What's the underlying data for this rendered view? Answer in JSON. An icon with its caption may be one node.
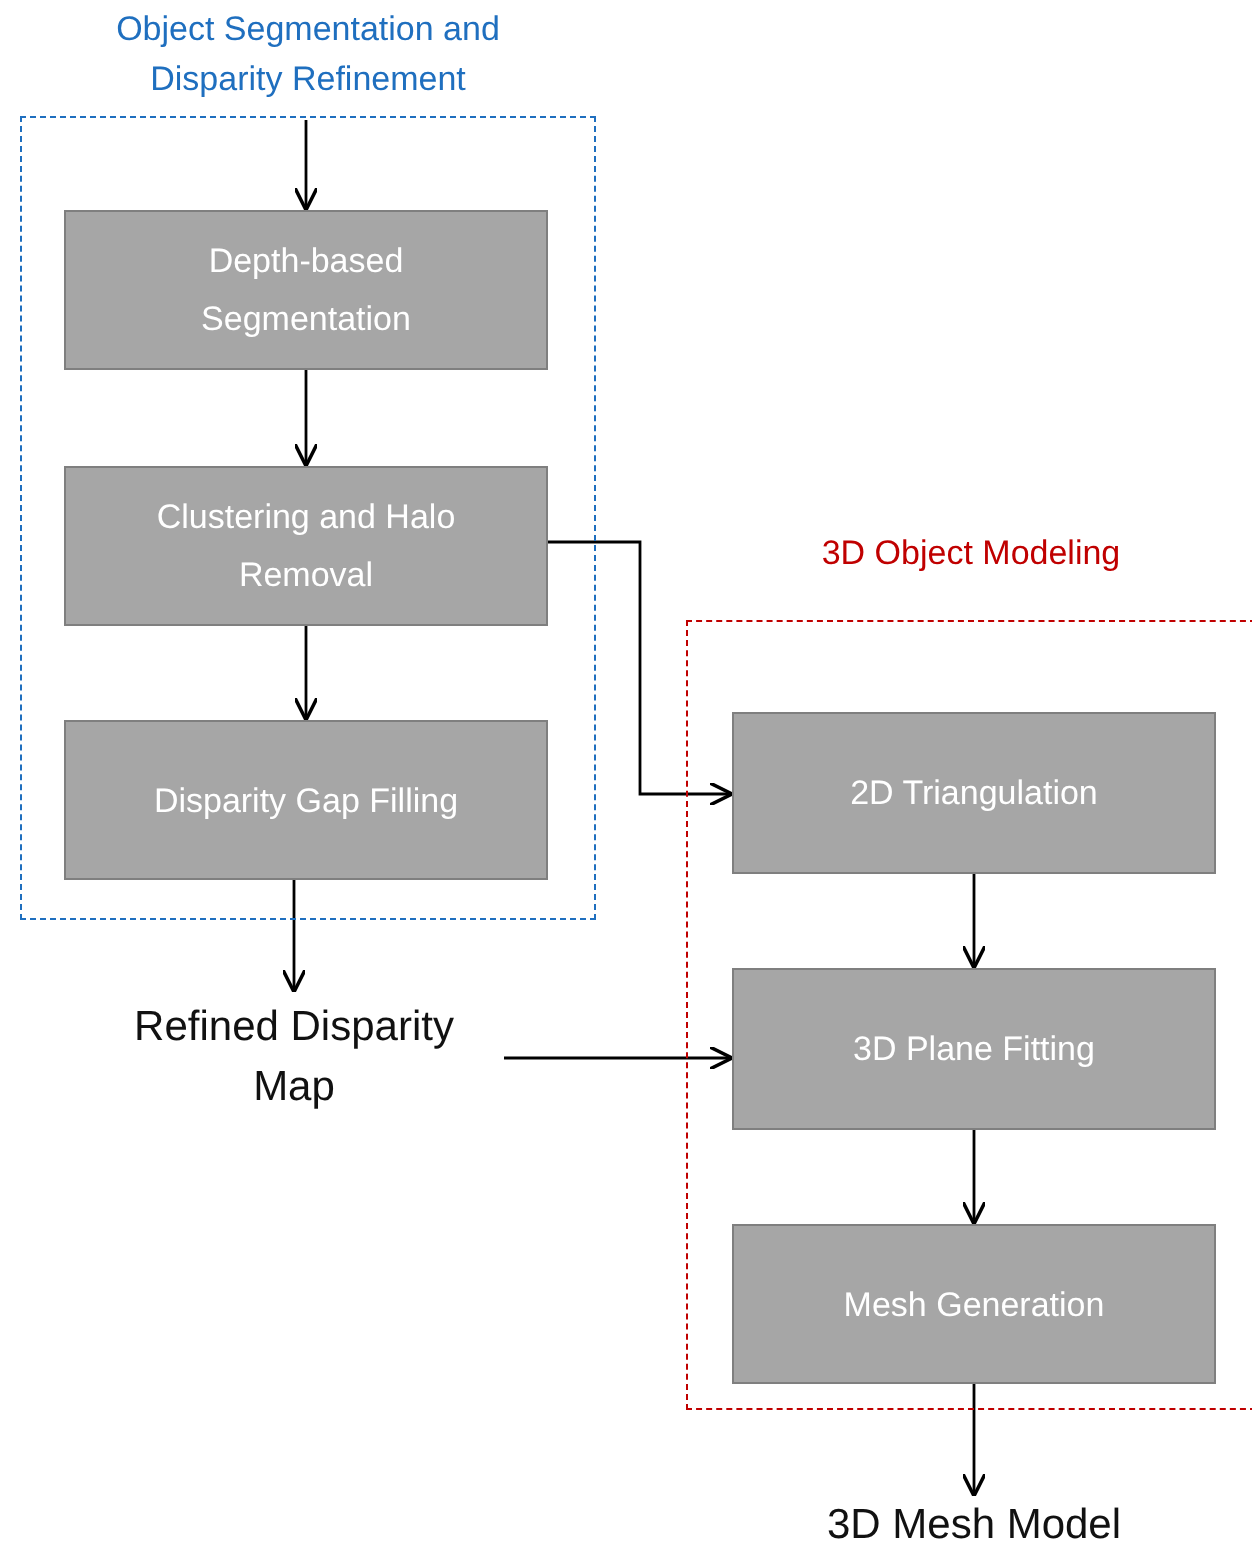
{
  "diagram": {
    "nodes": [
      {
        "text": [
          "Object Segmentation and Disparity Refinement"
        ]
      },
      {
        "text": [
          "Depth-based Segmentation"
        ],
        "in": 0
      },
      {
        "text": [
          "Clustering and Halo Removal"
        ],
        "in": 0
      },
      {
        "text": [
          "Disparity Gap Filling"
        ],
        "in": 0
      },
      {
        "text": [
          "Refined Disparity Map"
        ]
      },
      {
        "text": [
          "3D Object Modeling"
        ]
      },
      {
        "text": [
          "2D Triangulation"
        ],
        "in": 5
      },
      {
        "text": [
          "3D Plane Fitting"
        ],
        "in": 5
      },
      {
        "text": [
          "Mesh Generation"
        ],
        "in": 5
      },
      {
        "text": [
          "3D Mesh Model"
        ]
      }
    ],
    "edges": [
      {
        "from": null,
        "to": 1,
        "arrow": "to"
      },
      {
        "from": 1,
        "to": 2,
        "arrow": "to"
      },
      {
        "from": 2,
        "to": 3,
        "arrow": "to"
      },
      {
        "from": 3,
        "to": 4,
        "arrow": "to"
      },
      {
        "from": 2,
        "to": 6,
        "arrow": "to"
      },
      {
        "from": 4,
        "to": 7,
        "arrow": "to"
      },
      {
        "from": 6,
        "to": 7,
        "arrow": "to"
      },
      {
        "from": 7,
        "to": 8,
        "arrow": "to"
      },
      {
        "from": 8,
        "to": 9,
        "arrow": "to"
      }
    ]
  }
}
